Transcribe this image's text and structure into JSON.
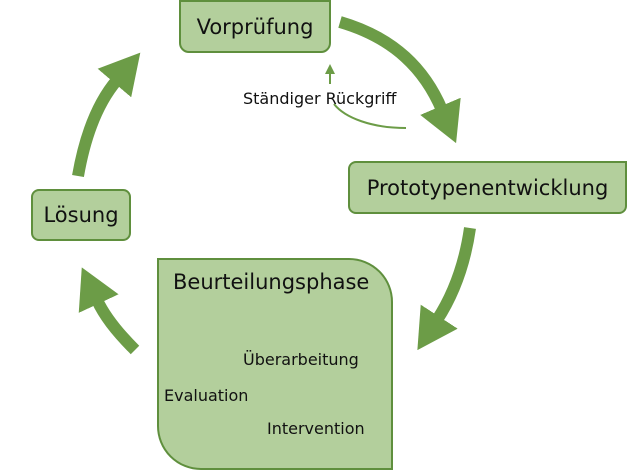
{
  "nodes": {
    "vorpruefung": "Vorprüfung",
    "prototyp": "Prototypenentwicklung",
    "loesung": "Lösung",
    "beurteilung": "Beurteilungsphase"
  },
  "inner_cycle": {
    "ueberarbeitung": "Überarbeitung",
    "intervention": "Intervention",
    "evaluation": "Evaluation"
  },
  "feedback_label": "Ständiger Rückgriff",
  "colors": {
    "box_fill": "#b3cf9c",
    "box_border": "#5f8f3d",
    "arrow": "#6c9c47"
  }
}
